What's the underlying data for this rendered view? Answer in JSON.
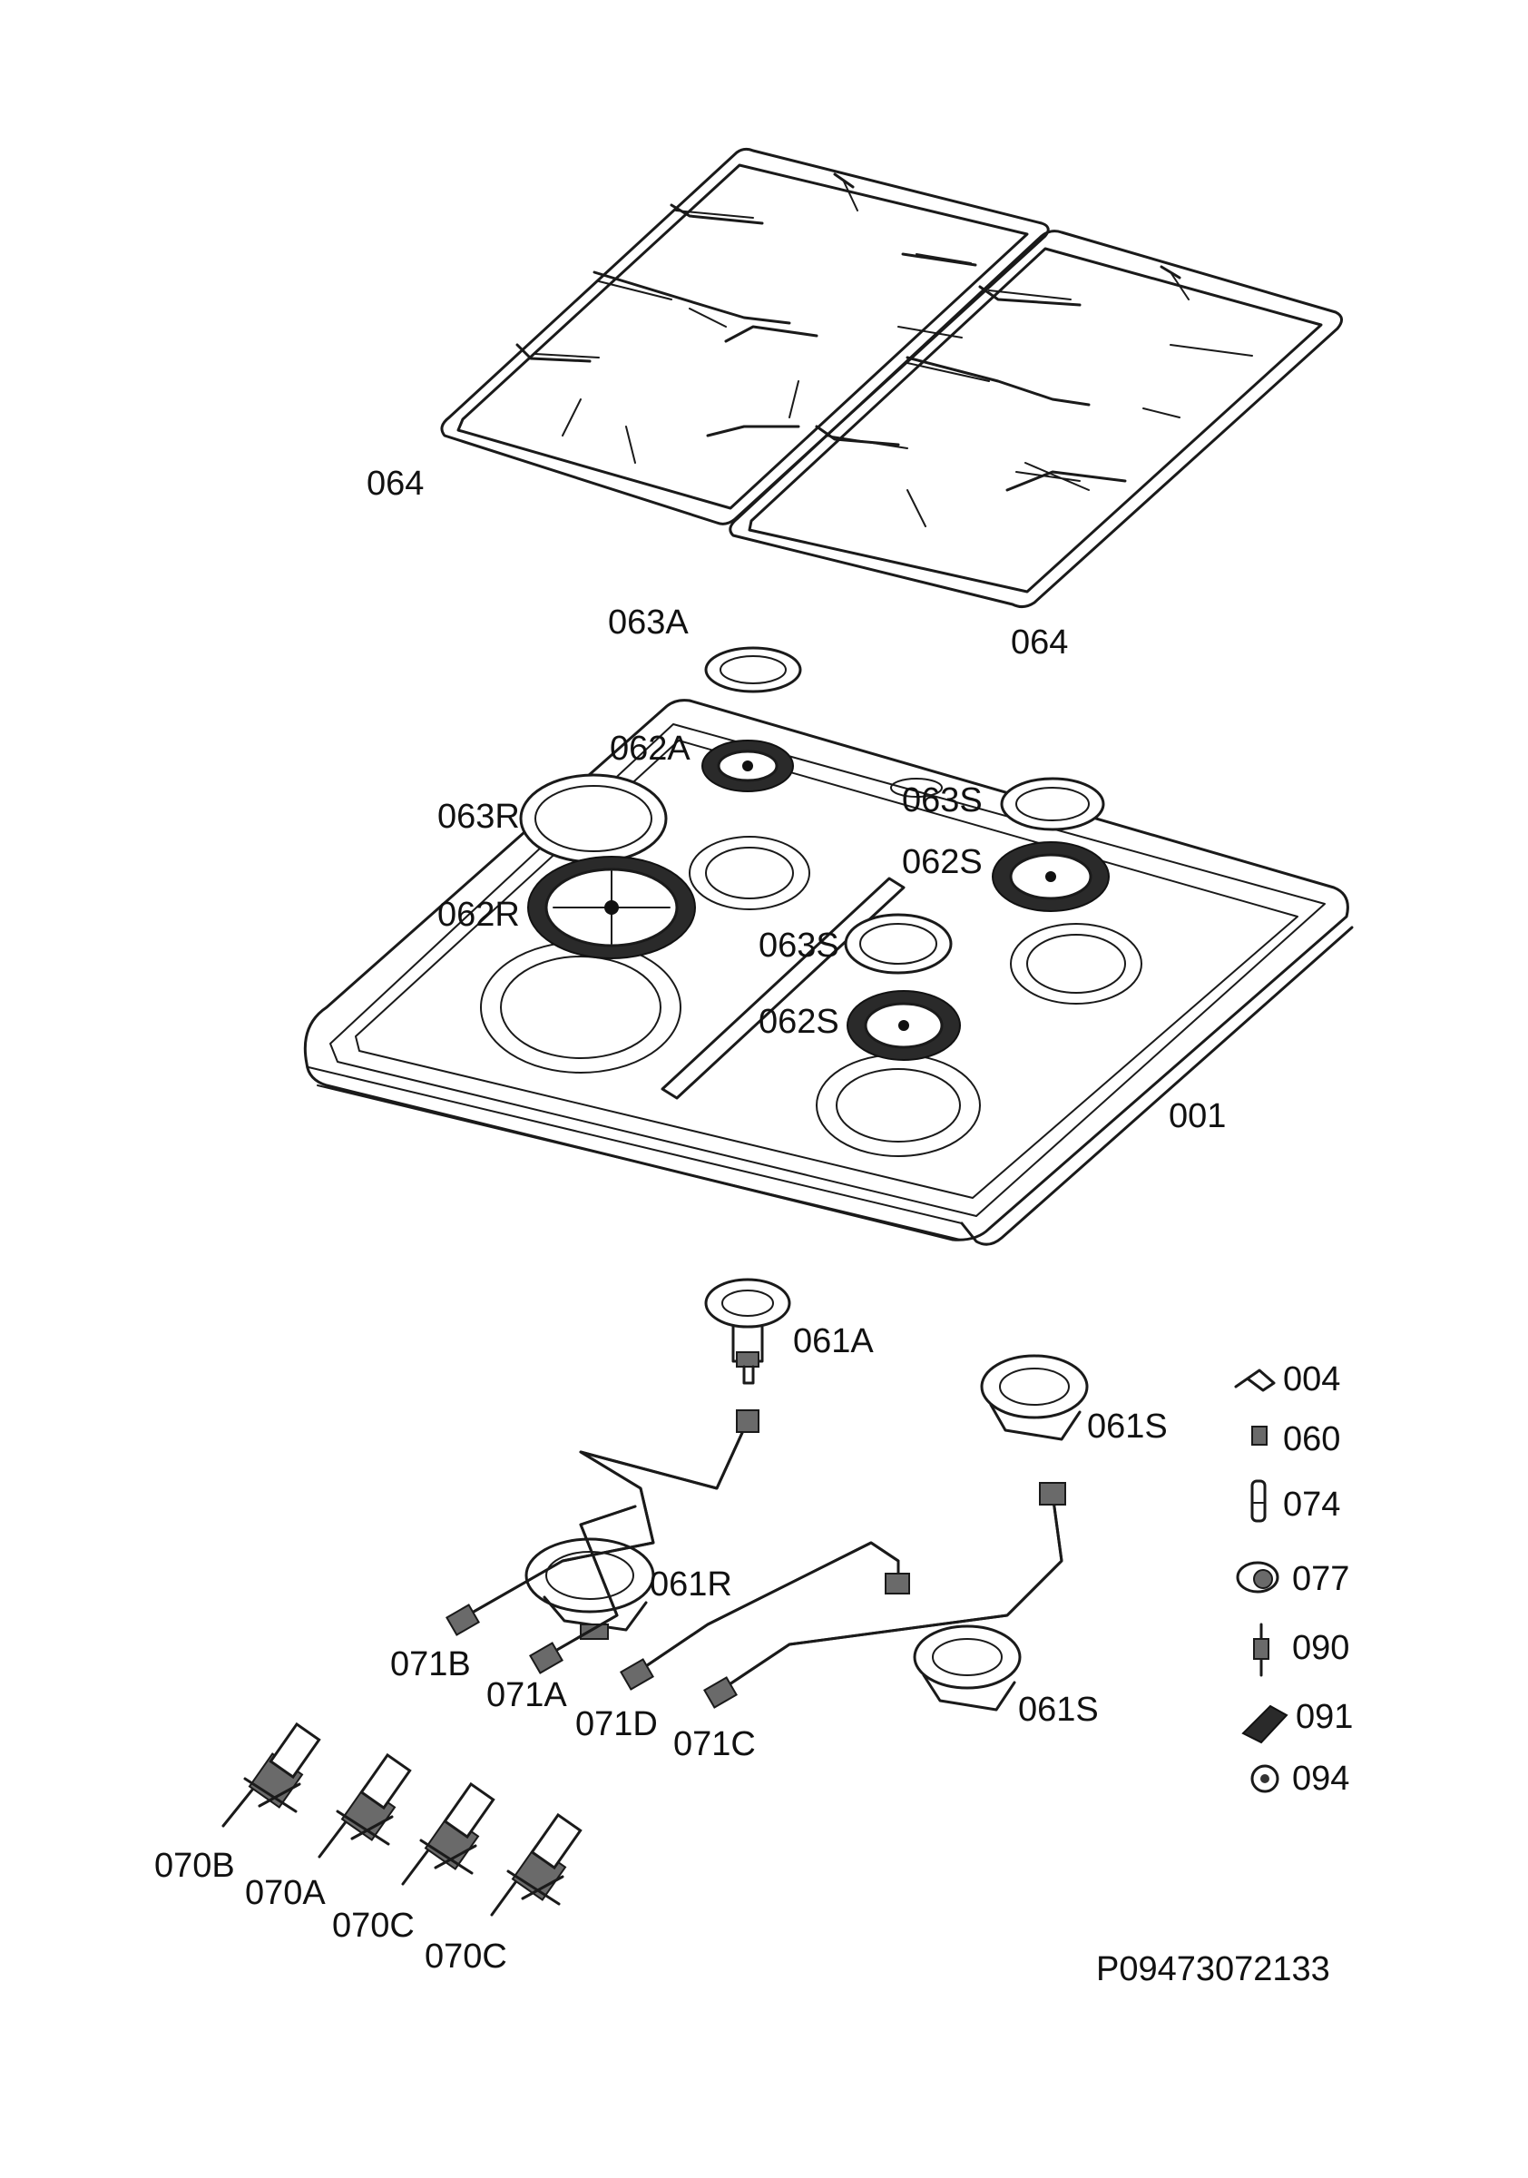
{
  "labels": {
    "grate_left": "064",
    "grate_right": "064",
    "cap_aux": "063A",
    "crown_aux": "062A",
    "cap_rapid": "063R",
    "crown_rapid": "062R",
    "cap_semi_1": "063S",
    "crown_semi_1": "062S",
    "cap_semi_2": "063S",
    "crown_semi_2": "062S",
    "hob_top": "001",
    "base_aux": "061A",
    "base_semi_1": "061S",
    "base_rapid": "061R",
    "base_semi_2": "061S",
    "pipe_b": "071B",
    "pipe_a": "071A",
    "pipe_d": "071D",
    "pipe_c": "071C",
    "valve_b": "070B",
    "valve_a": "070A",
    "valve_c1": "070C",
    "valve_c2": "070C",
    "spare_004": "004",
    "spare_060": "060",
    "spare_074": "074",
    "spare_077": "077",
    "spare_090": "090",
    "spare_091": "091",
    "spare_094": "094"
  },
  "drawing_code": "P09473072133"
}
